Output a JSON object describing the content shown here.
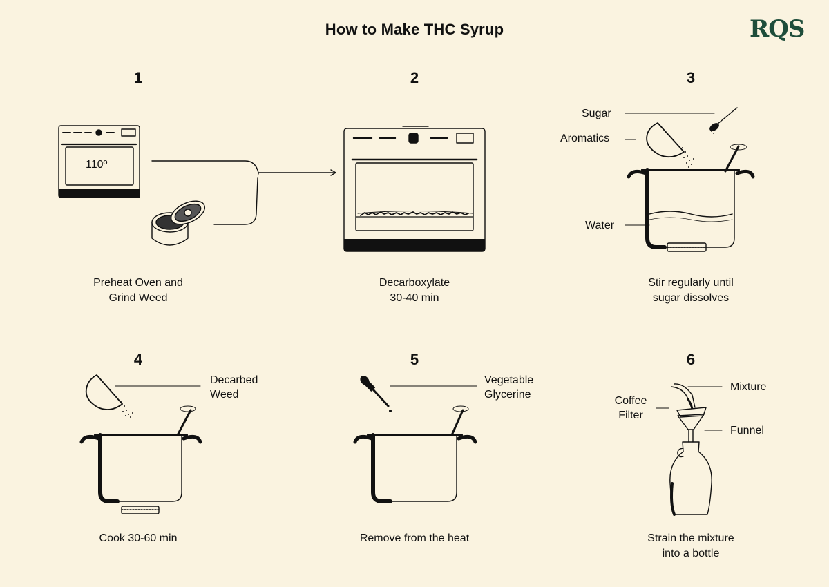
{
  "title": "How to Make THC Syrup",
  "logo": "RQS",
  "colors": {
    "background": "#faf3e0",
    "ink": "#111111",
    "logo": "#1e4d3a"
  },
  "steps": [
    {
      "number": "1",
      "caption_line1": "Preheat Oven and",
      "caption_line2": "Grind Weed",
      "oven_temp": "110º"
    },
    {
      "number": "2",
      "caption_line1": "Decarboxylate",
      "caption_line2": "30-40 min"
    },
    {
      "number": "3",
      "caption_line1": "Stir regularly until",
      "caption_line2": "sugar dissolves",
      "labels": {
        "sugar": "Sugar",
        "aromatics": "Aromatics",
        "water": "Water"
      }
    },
    {
      "number": "4",
      "caption_line1": "Cook 30-60 min",
      "labels": {
        "line1": "Decarbed",
        "line2": "Weed"
      }
    },
    {
      "number": "5",
      "caption_line1": "Remove from the heat",
      "labels": {
        "line1": "Vegetable",
        "line2": "Glycerine"
      }
    },
    {
      "number": "6",
      "caption_line1": "Strain the mixture",
      "caption_line2": "into a bottle",
      "labels": {
        "mixture": "Mixture",
        "coffee1": "Coffee",
        "coffee2": "Filter",
        "funnel": "Funnel"
      }
    }
  ]
}
